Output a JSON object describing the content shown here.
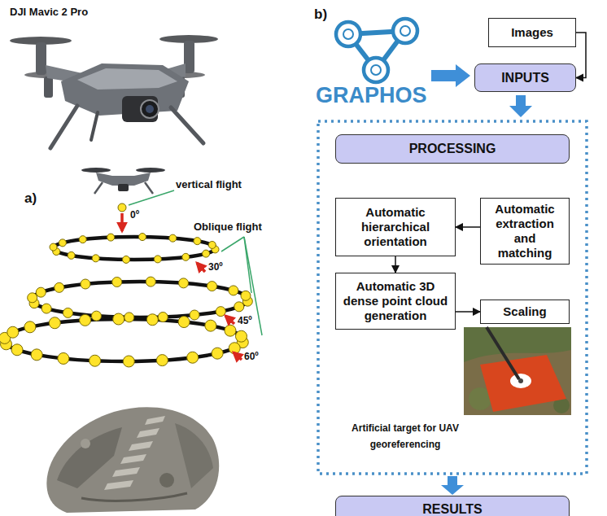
{
  "diagram": {
    "nodes": [
      {
        "text": [
          "Images"
        ]
      },
      {
        "text": [
          "INPUTS"
        ]
      },
      {
        "text": [
          "PROCESSING"
        ]
      },
      {
        "text": [
          "Automatic hierarchical orientation"
        ]
      },
      {
        "text": [
          "Automatic extraction and matching"
        ]
      },
      {
        "text": [
          "Automatic 3D dense point cloud generation"
        ]
      },
      {
        "text": [
          "Scaling"
        ]
      },
      {
        "text": [
          "RESULTS"
        ]
      }
    ],
    "edges": [
      {
        "from": 0,
        "to": 1,
        "arrow": "to"
      },
      {
        "from": 4,
        "to": 3,
        "arrow": "to"
      },
      {
        "from": 3,
        "to": 5,
        "arrow": "to"
      },
      {
        "from": 5,
        "to": 6,
        "arrow": "to"
      }
    ],
    "labels": [
      "DJI Mavic 2 Pro",
      "a)",
      "vertical flight",
      "0º",
      "Oblique flight",
      "30º",
      "45º",
      "60º",
      "b)",
      "GRAPHOS",
      "Artificial target for UAV georeferencing"
    ]
  }
}
